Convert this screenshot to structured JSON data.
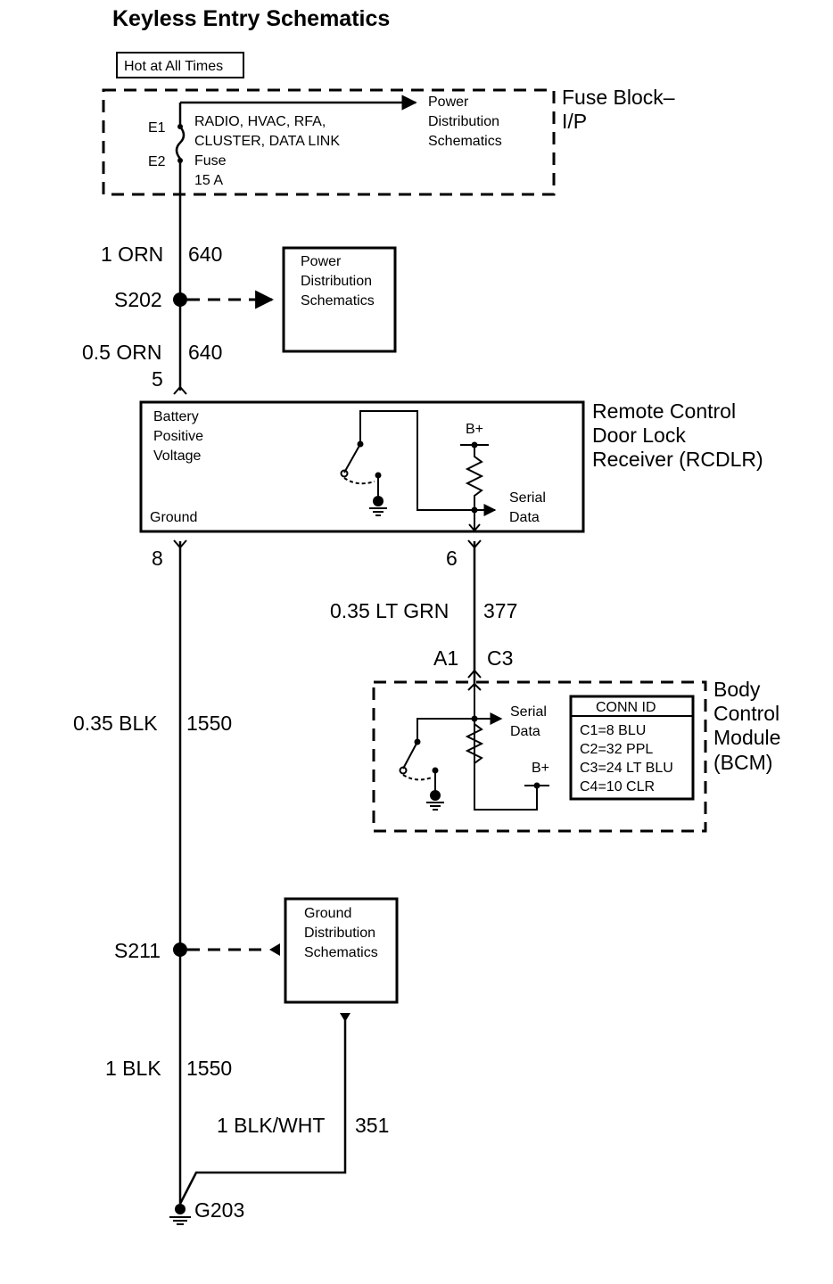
{
  "title": "Keyless Entry Schematics",
  "hot_label": "Hot at All Times",
  "fuse_block": {
    "name_line1": "Fuse Block–",
    "name_line2": "I/P",
    "terminal_top": "E1",
    "terminal_bottom": "E2",
    "fuse_lines": [
      "RADIO, HVAC, RFA,",
      "CLUSTER, DATA LINK",
      "Fuse",
      "15 A"
    ],
    "ref_lines": [
      "Power",
      "Distribution",
      "Schematics"
    ]
  },
  "wires": {
    "w1": {
      "gauge": "1 ORN",
      "circuit": "640"
    },
    "w2": {
      "gauge": "0.5 ORN",
      "circuit": "640"
    },
    "w3": {
      "gauge": "0.35 BLK",
      "circuit": "1550"
    },
    "w4": {
      "gauge": "0.35 LT GRN",
      "circuit": "377"
    },
    "w5": {
      "gauge": "1 BLK",
      "circuit": "1550"
    },
    "w6": {
      "gauge": "1 BLK/WHT",
      "circuit": "351"
    }
  },
  "splices": {
    "s202": "S202",
    "s211": "S211"
  },
  "ground": "G203",
  "power_ref_box": [
    "Power",
    "Distribution",
    "Schematics"
  ],
  "ground_ref_box": [
    "Ground",
    "Distribution",
    "Schematics"
  ],
  "rcdlr": {
    "name": [
      "Remote Control",
      "Door Lock",
      "Receiver (RCDLR)"
    ],
    "pin_battery": "5",
    "pin_ground": "8",
    "pin_serial": "6",
    "battery_label": [
      "Battery",
      "Positive",
      "Voltage"
    ],
    "ground_label": "Ground",
    "bplus": "B+",
    "serial_label": [
      "Serial",
      "Data"
    ]
  },
  "bcm": {
    "name": [
      "Body",
      "Control",
      "Module",
      "(BCM)"
    ],
    "pin_left": "A1",
    "pin_right": "C3",
    "serial_label": [
      "Serial",
      "Data"
    ],
    "bplus": "B+",
    "conn_title": "CONN ID",
    "conn_items": [
      "C1=8 BLU",
      "C2=32 PPL",
      "C3=24 LT BLU",
      "C4=10 CLR"
    ]
  }
}
